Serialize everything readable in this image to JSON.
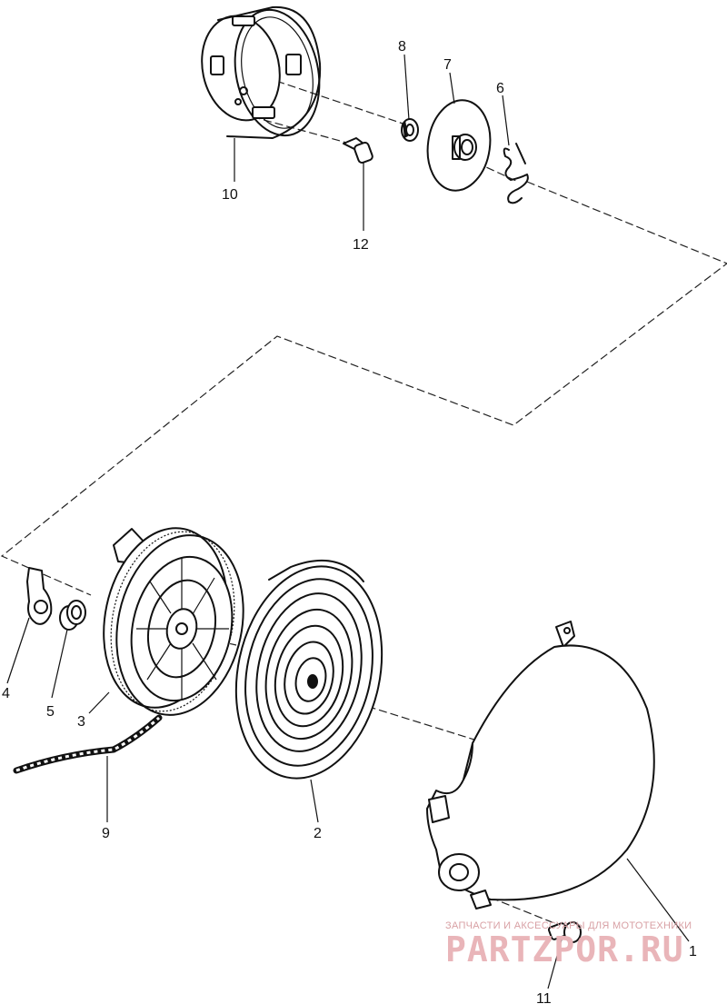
{
  "callouts": {
    "c1": "1",
    "c2": "2",
    "c3": "3",
    "c4": "4",
    "c5": "5",
    "c6": "6",
    "c7": "7",
    "c8": "8",
    "c9": "9",
    "c10": "10",
    "c11": "11",
    "c12": "12"
  },
  "watermark": {
    "tagline": "ЗАПЧАСТИ И АКСЕССУАРЫ ДЛЯ МОТОТЕХНИКИ",
    "brand": "PARTZPOR.RU"
  },
  "colors": {
    "ink": "#111111",
    "watermark": "#e9b5b9"
  }
}
